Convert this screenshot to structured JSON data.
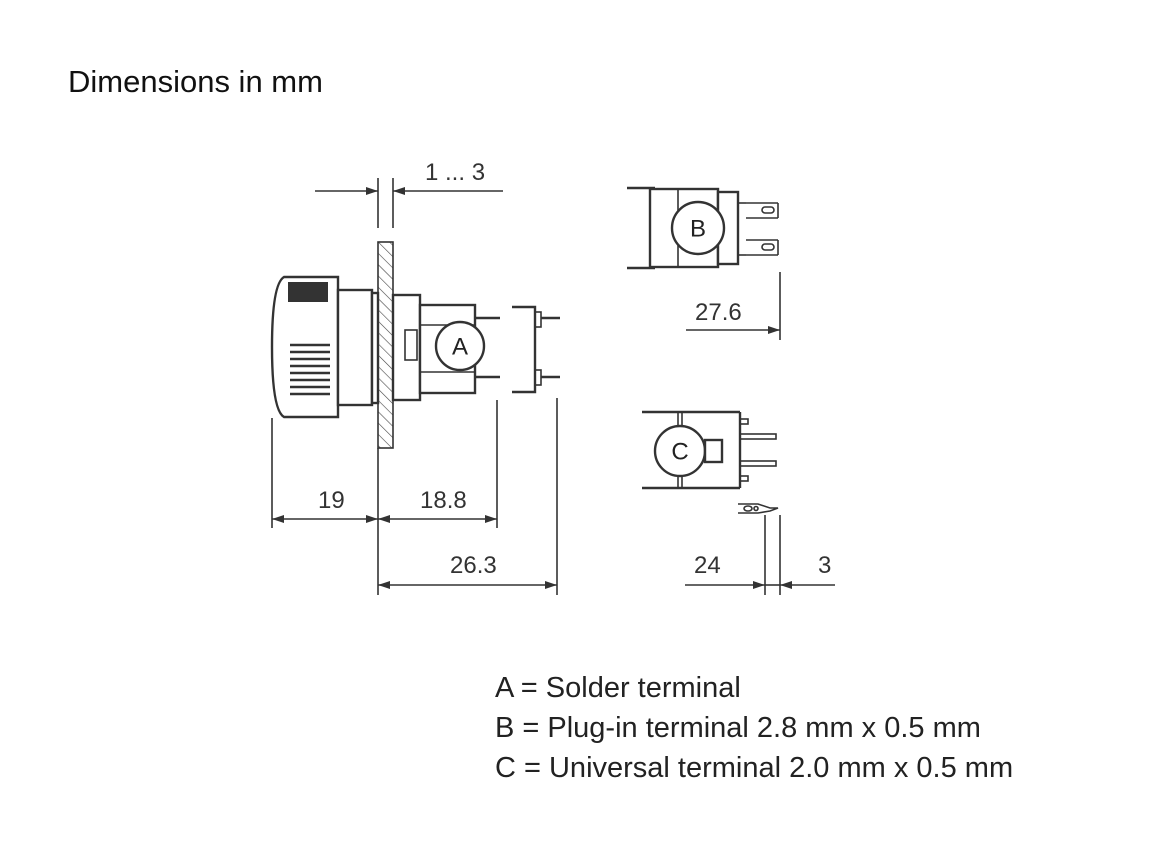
{
  "title": "Dimensions in mm",
  "drawing": {
    "callouts": {
      "a": "A",
      "b": "B",
      "c": "C"
    },
    "dimensions": {
      "panel_thickness": "1 ... 3",
      "cap_length": "19",
      "body_depth_solder": "18.8",
      "total_depth_solder": "26.3",
      "depth_plugin": "27.6",
      "depth_universal": "24",
      "universal_offset": "3"
    }
  },
  "legend": [
    "A = Solder terminal",
    "B = Plug-in terminal 2.8 mm x 0.5 mm",
    "C = Universal terminal 2.0 mm x 0.5 mm"
  ]
}
